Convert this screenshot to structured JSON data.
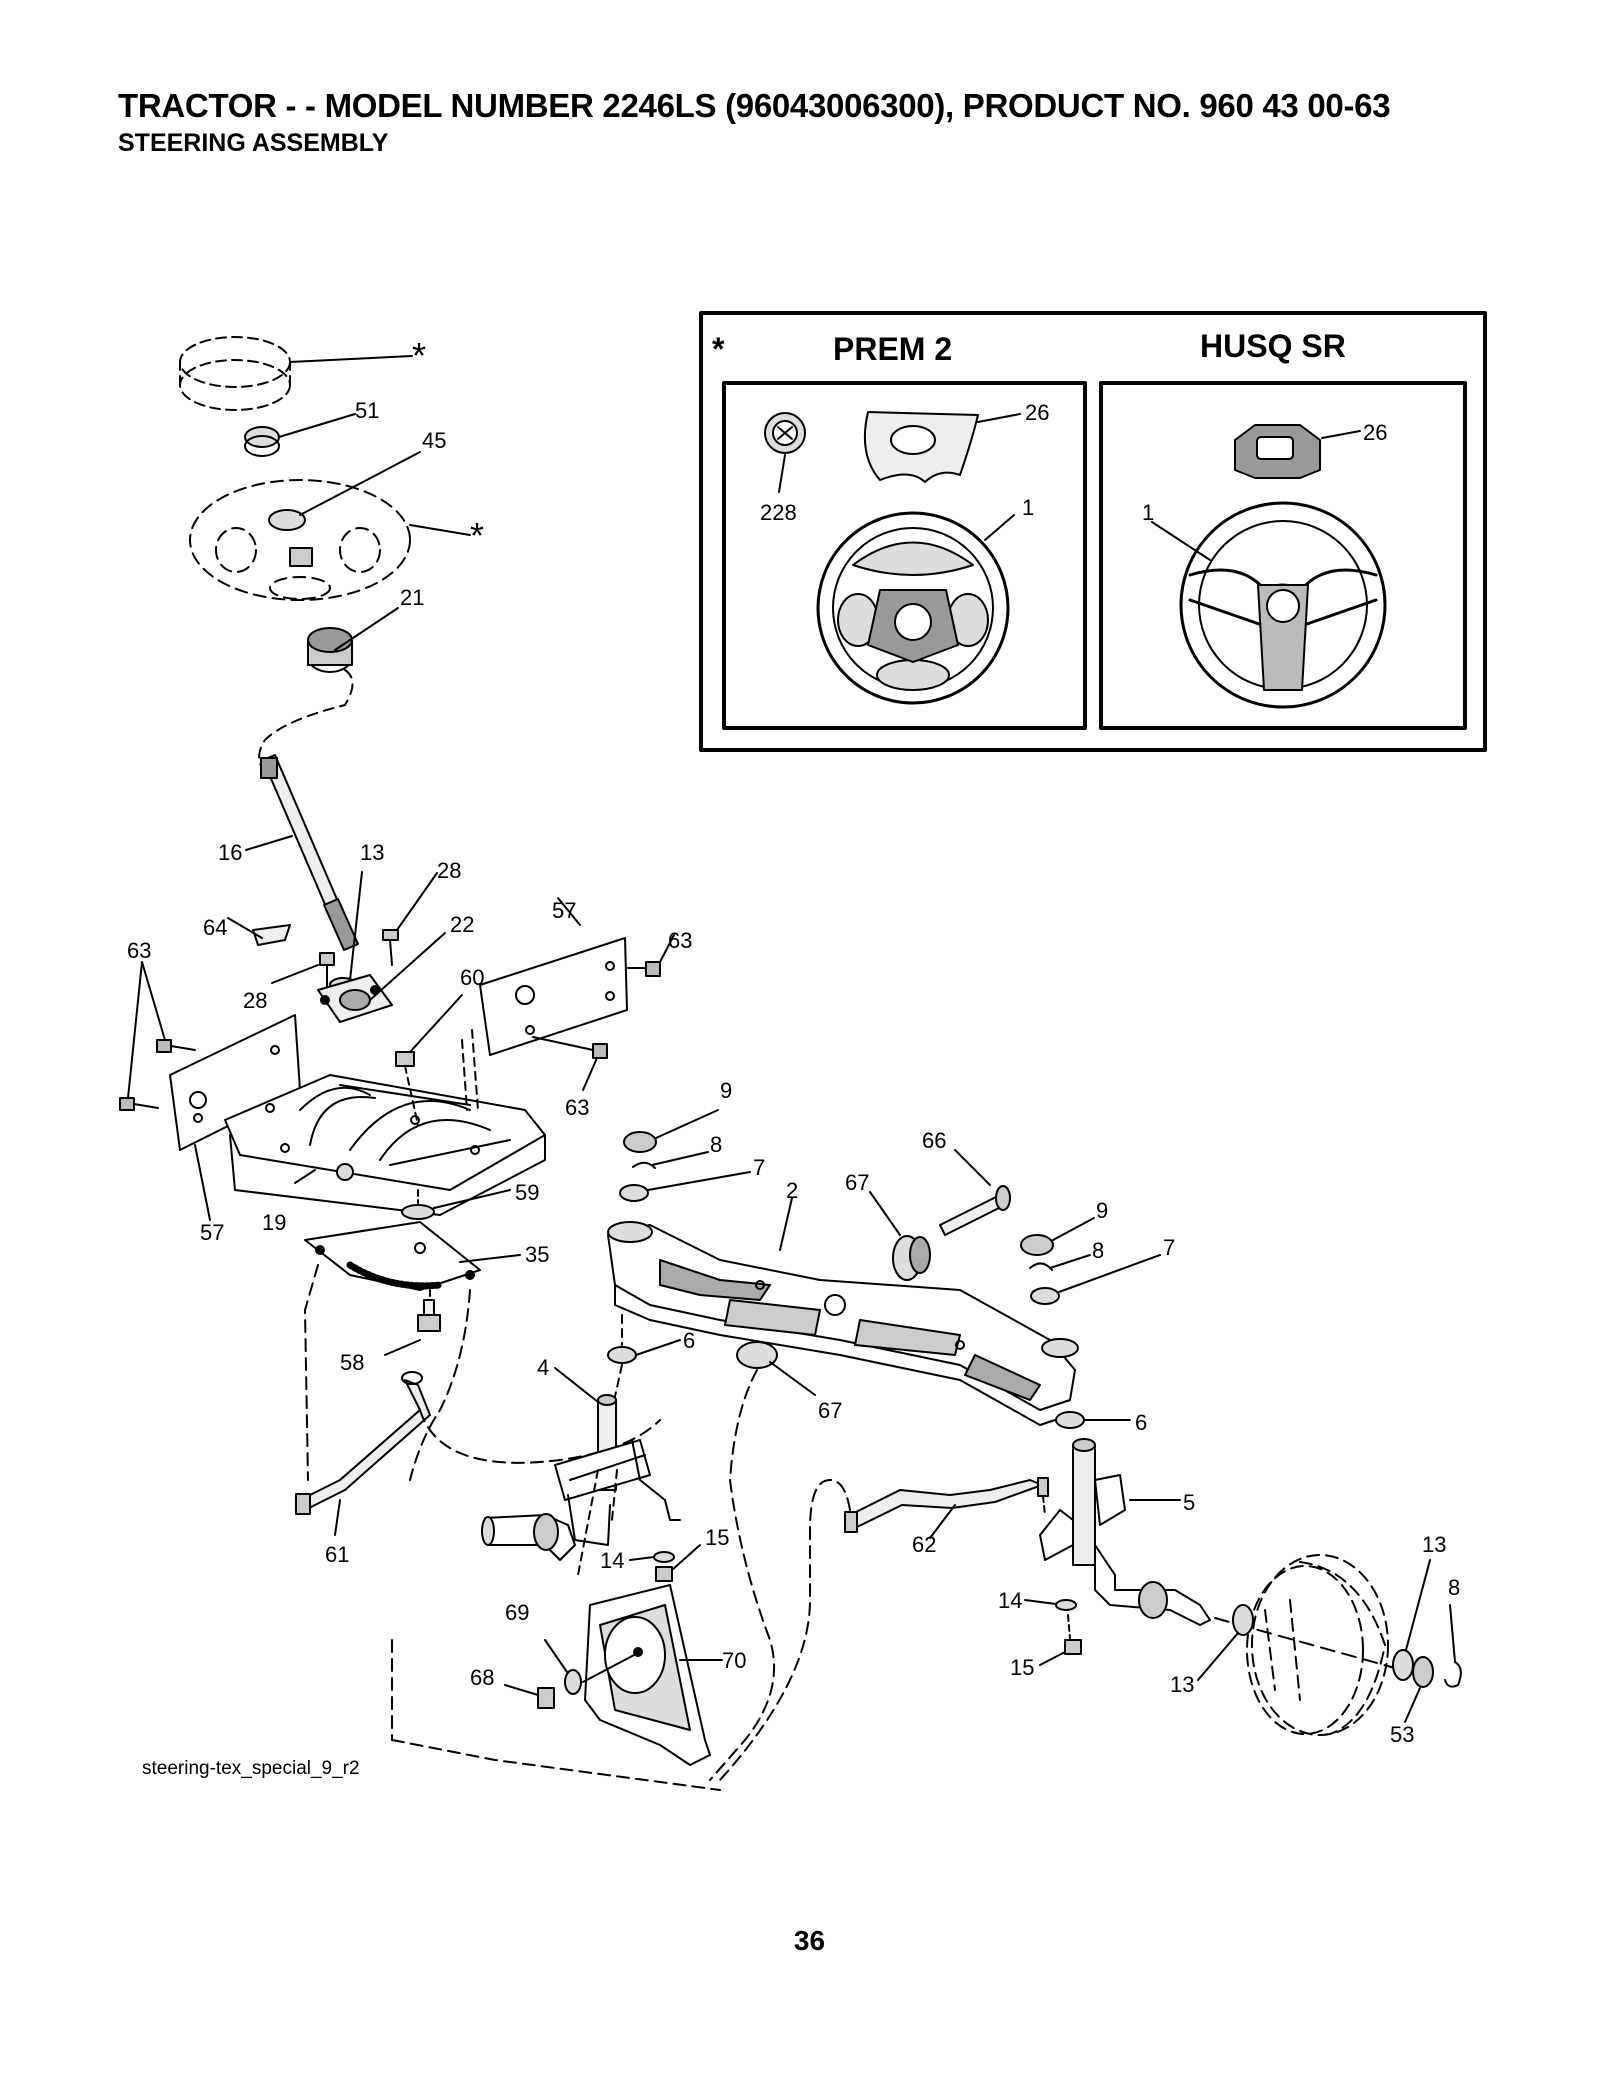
{
  "header": {
    "title": "TRACTOR - - MODEL NUMBER 2246LS (96043006300), PRODUCT NO. 960 43 00-63",
    "subtitle": "STEERING ASSEMBLY"
  },
  "inset": {
    "marker": "*",
    "left_heading": "PREM 2",
    "right_heading": "HUSQ SR"
  },
  "callouts": {
    "c_star_cap": "*",
    "c51": "51",
    "c45": "45",
    "c_star_wheel": "*",
    "c21": "21",
    "c16": "16",
    "c13_top": "13",
    "c28_top": "28",
    "c64": "64",
    "c22": "22",
    "c28_left": "28",
    "c63_left": "63",
    "c57_top": "57",
    "c63_right": "63",
    "c60": "60",
    "c63_mid": "63",
    "c57_left": "57",
    "c19": "19",
    "c59": "59",
    "c35": "35",
    "c58": "58",
    "c61": "61",
    "c9_left": "9",
    "c8_left": "8",
    "c7_left": "7",
    "c2": "2",
    "c66": "66",
    "c67_top": "67",
    "c9_right": "9",
    "c8_right": "8",
    "c7_right": "7",
    "c6_left": "6",
    "c67_bottom": "67",
    "c6_right": "6",
    "c4": "4",
    "c5": "5",
    "c62": "62",
    "c15_left": "15",
    "c14_left": "14",
    "c69": "69",
    "c70": "70",
    "c68": "68",
    "c14_right": "14",
    "c15_right": "15",
    "c13_wheel": "13",
    "c13_right": "13",
    "c8_clip": "8",
    "c53": "53",
    "c26_left": "26",
    "c228": "228",
    "c1_left": "1",
    "c26_right": "26",
    "c1_right": "1"
  },
  "footer": {
    "caption": "steering-tex_special_9_r2",
    "page_number": "36"
  }
}
